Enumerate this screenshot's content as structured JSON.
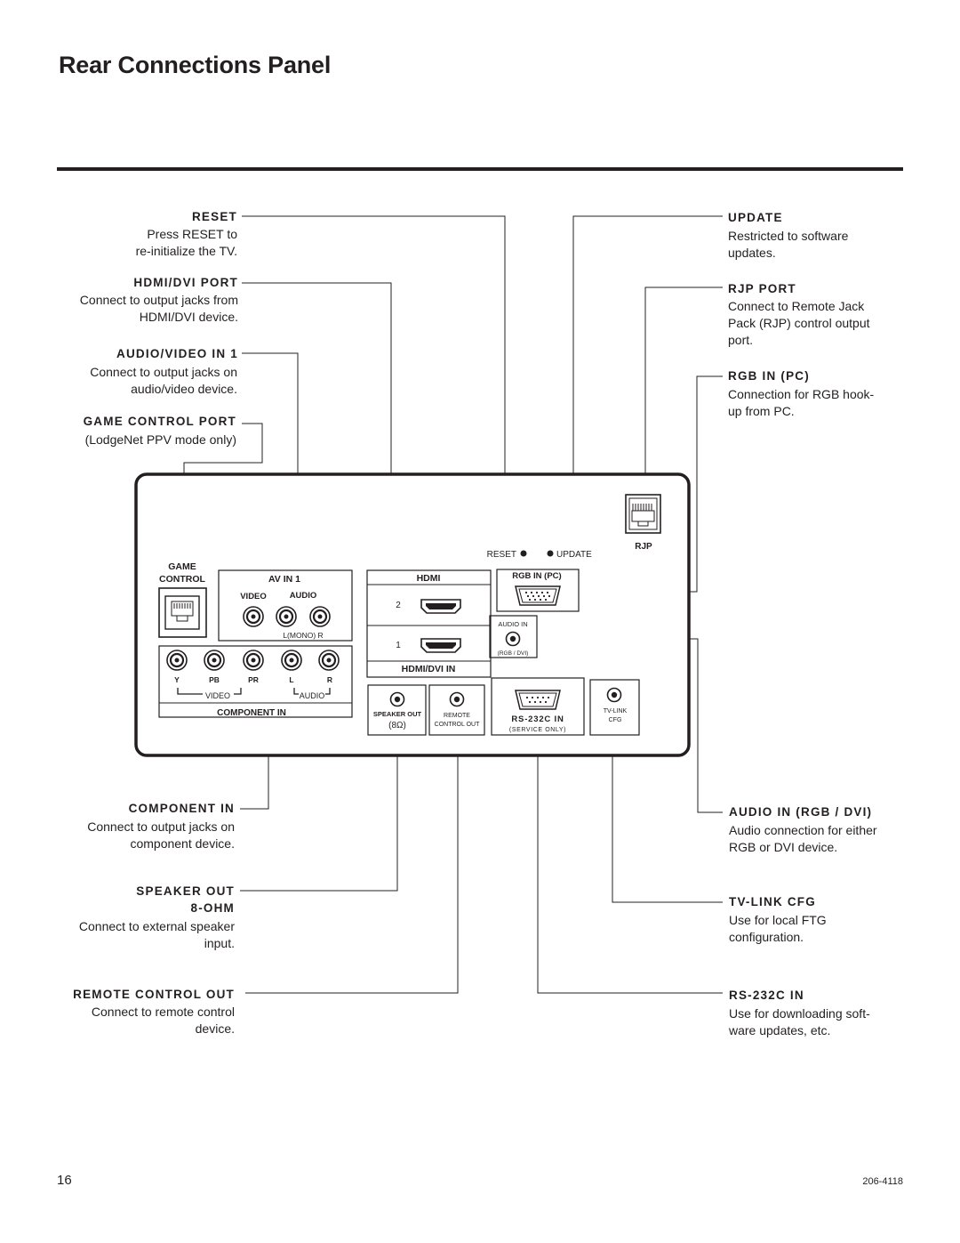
{
  "title": "Rear Connections Panel",
  "left_callouts": [
    {
      "id": "reset",
      "heading": "RESET",
      "text": "Press RESET to\nre-initialize the TV."
    },
    {
      "id": "hdmi",
      "heading": "HDMI/DVI PORT",
      "text": "Connect to output jacks from\nHDMI/DVI device."
    },
    {
      "id": "av",
      "heading": "AUDIO/VIDEO IN 1",
      "text": "Connect to output jacks on\naudio/video device."
    },
    {
      "id": "game",
      "heading": "GAME CONTROL PORT",
      "text": "(LodgeNet PPV mode only)"
    },
    {
      "id": "component",
      "heading": "COMPONENT IN",
      "text": "Connect to output jacks on\ncomponent device."
    },
    {
      "id": "speaker",
      "heading": "SPEAKER OUT",
      "heading2": "8-OHM",
      "text": "Connect to external speaker\ninput."
    },
    {
      "id": "remote",
      "heading": "REMOTE CONTROL OUT",
      "text": "Connect to remote control\ndevice."
    }
  ],
  "right_callouts": [
    {
      "id": "update",
      "heading": "UPDATE",
      "text": "Restricted to software\nupdates."
    },
    {
      "id": "rjp",
      "heading": "RJP PORT",
      "text": "Connect to Remote Jack\nPack (RJP) control output\nport."
    },
    {
      "id": "rgb",
      "heading": "RGB IN (PC)",
      "text": "Connection for RGB hook-\nup from PC."
    },
    {
      "id": "audio_rgb",
      "heading": "AUDIO IN (RGB / DVI)",
      "text": "Audio connection for either\nRGB or DVI device."
    },
    {
      "id": "tvlink",
      "heading": "TV-LINK CFG",
      "text": "Use for local FTG\nconfiguration."
    },
    {
      "id": "rs232",
      "heading": "RS-232C IN",
      "text": "Use for downloading soft-\nware updates, etc."
    }
  ],
  "panel": {
    "game_line1": "GAME",
    "game_line2": "CONTROL",
    "av_in": "AV IN 1",
    "video": "VIDEO",
    "audio": "AUDIO",
    "lmono_r": "L(MONO) R",
    "comp_y": "Y",
    "comp_pb": "PB",
    "comp_pr": "PR",
    "comp_l": "L",
    "comp_r": "R",
    "comp_video": "VIDEO",
    "comp_audio": "AUDIO",
    "component_in": "COMPONENT IN",
    "hdmi": "HDMI",
    "hdmi_2": "2",
    "hdmi_1": "1",
    "hdmi_dvi_in": "HDMI/DVI IN",
    "reset": "RESET",
    "update": "UPDATE",
    "rjp": "RJP",
    "rgb_in_pc": "RGB IN (PC)",
    "audio_in": "AUDIO IN",
    "rgb_dvi": "(RGB / DVI)",
    "speaker_out": "SPEAKER OUT",
    "ohm": "(8Ω)",
    "remote": "REMOTE",
    "control_out": "CONTROL OUT",
    "rs232c_in": "RS-232C IN",
    "service_only": "(SERVICE ONLY)",
    "tvlink": "TV-LINK",
    "cfg": "CFG"
  },
  "footer": {
    "page_number": "16",
    "doc_number": "206-4118"
  }
}
